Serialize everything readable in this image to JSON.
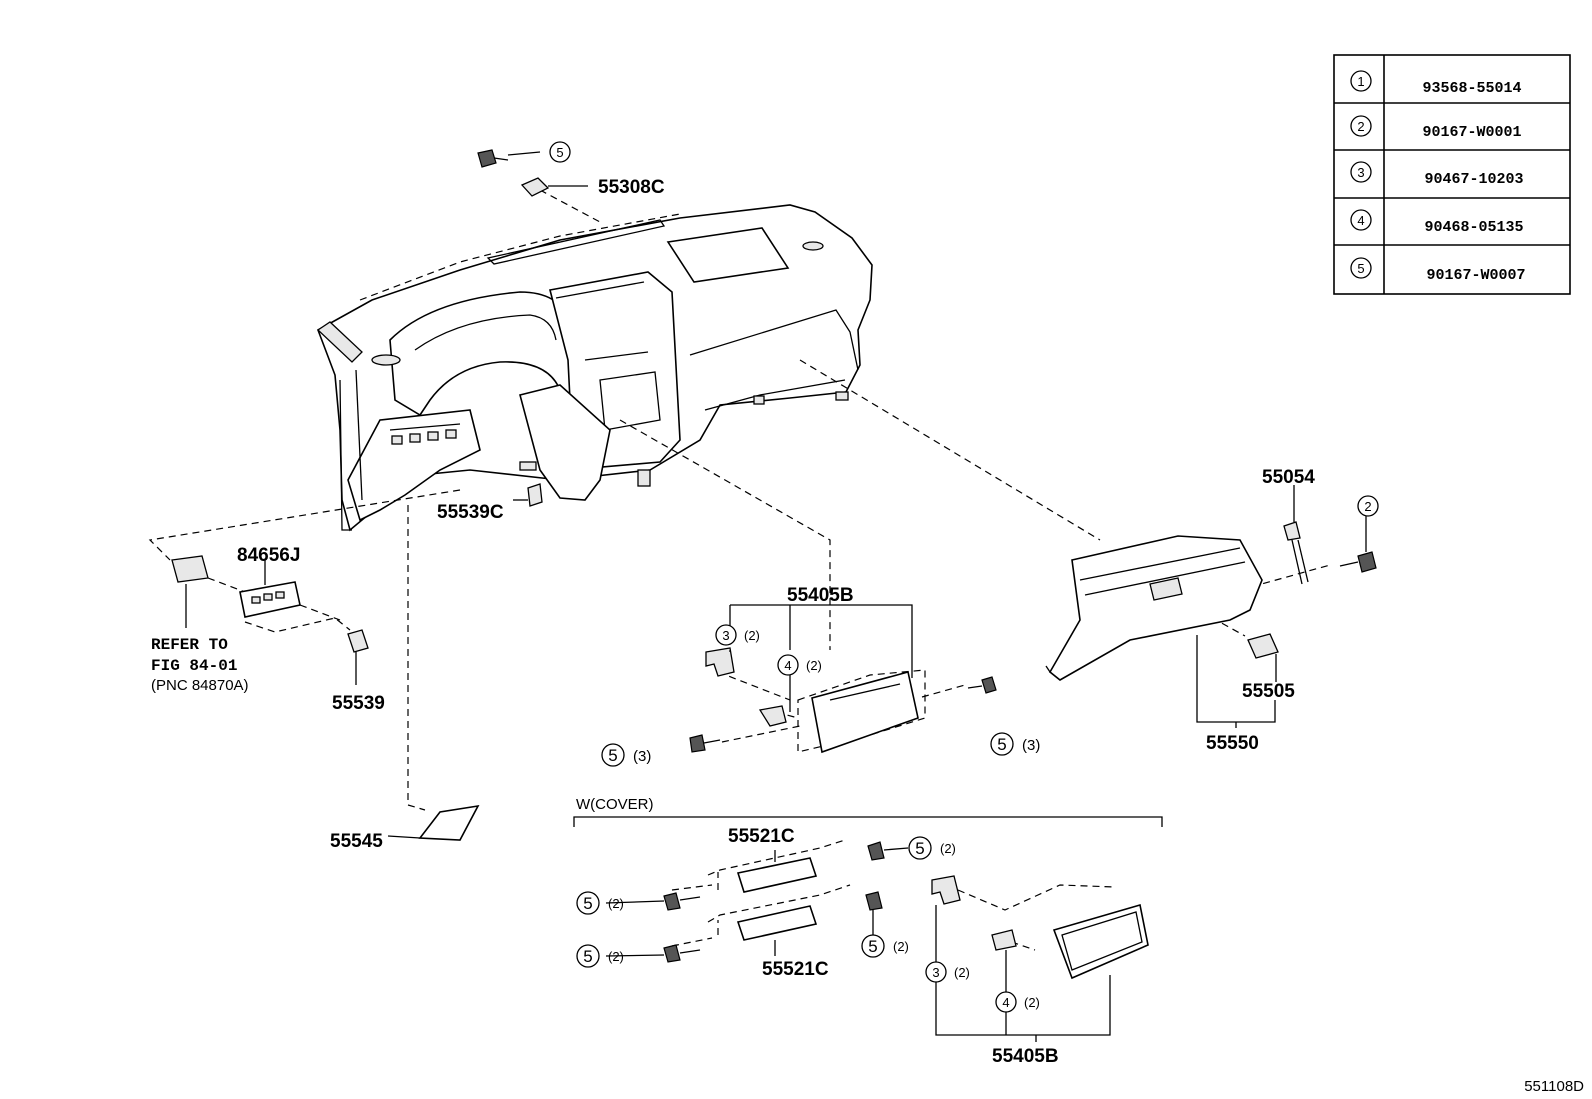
{
  "legend_table": [
    {
      "num": "1",
      "part": "93568-55014"
    },
    {
      "num": "2",
      "part": "90167-W0001"
    },
    {
      "num": "3",
      "part": "90467-10203"
    },
    {
      "num": "4",
      "part": "90468-05135"
    },
    {
      "num": "5",
      "part": "90167-W0007"
    }
  ],
  "labels": {
    "p55308C": "55308C",
    "p55539C": "55539C",
    "p84656J": "84656J",
    "refer1": "REFER TO",
    "refer2": "FIG 84-01",
    "refer3": "(PNC 84870A)",
    "p55539": "55539",
    "p55545": "55545",
    "p55405B_top": "55405B",
    "p55054": "55054",
    "p55505": "55505",
    "p55550": "55550",
    "wcover": "W(COVER)",
    "p55521C_top": "55521C",
    "p55521C_bot": "55521C",
    "p55405B_bot": "55405B",
    "code": "551108D"
  },
  "callouts": {
    "c5_top": "5",
    "c2_right": "2",
    "c3_a": "3",
    "q3_a": "(2)",
    "c4_a": "4",
    "q4_a": "(2)",
    "c5_a": "5",
    "q5_a": "(3)",
    "c5_b": "5",
    "q5_b": "(3)",
    "c5_c": "5",
    "q5_c": "(2)",
    "c5_d": "5",
    "q5_d": "(2)",
    "c5_e": "5",
    "q5_e": "(2)",
    "c5_f": "5",
    "q5_f": "(2)",
    "c3_b": "3",
    "q3_b": "(2)",
    "c4_b": "4",
    "q4_b": "(2)"
  }
}
